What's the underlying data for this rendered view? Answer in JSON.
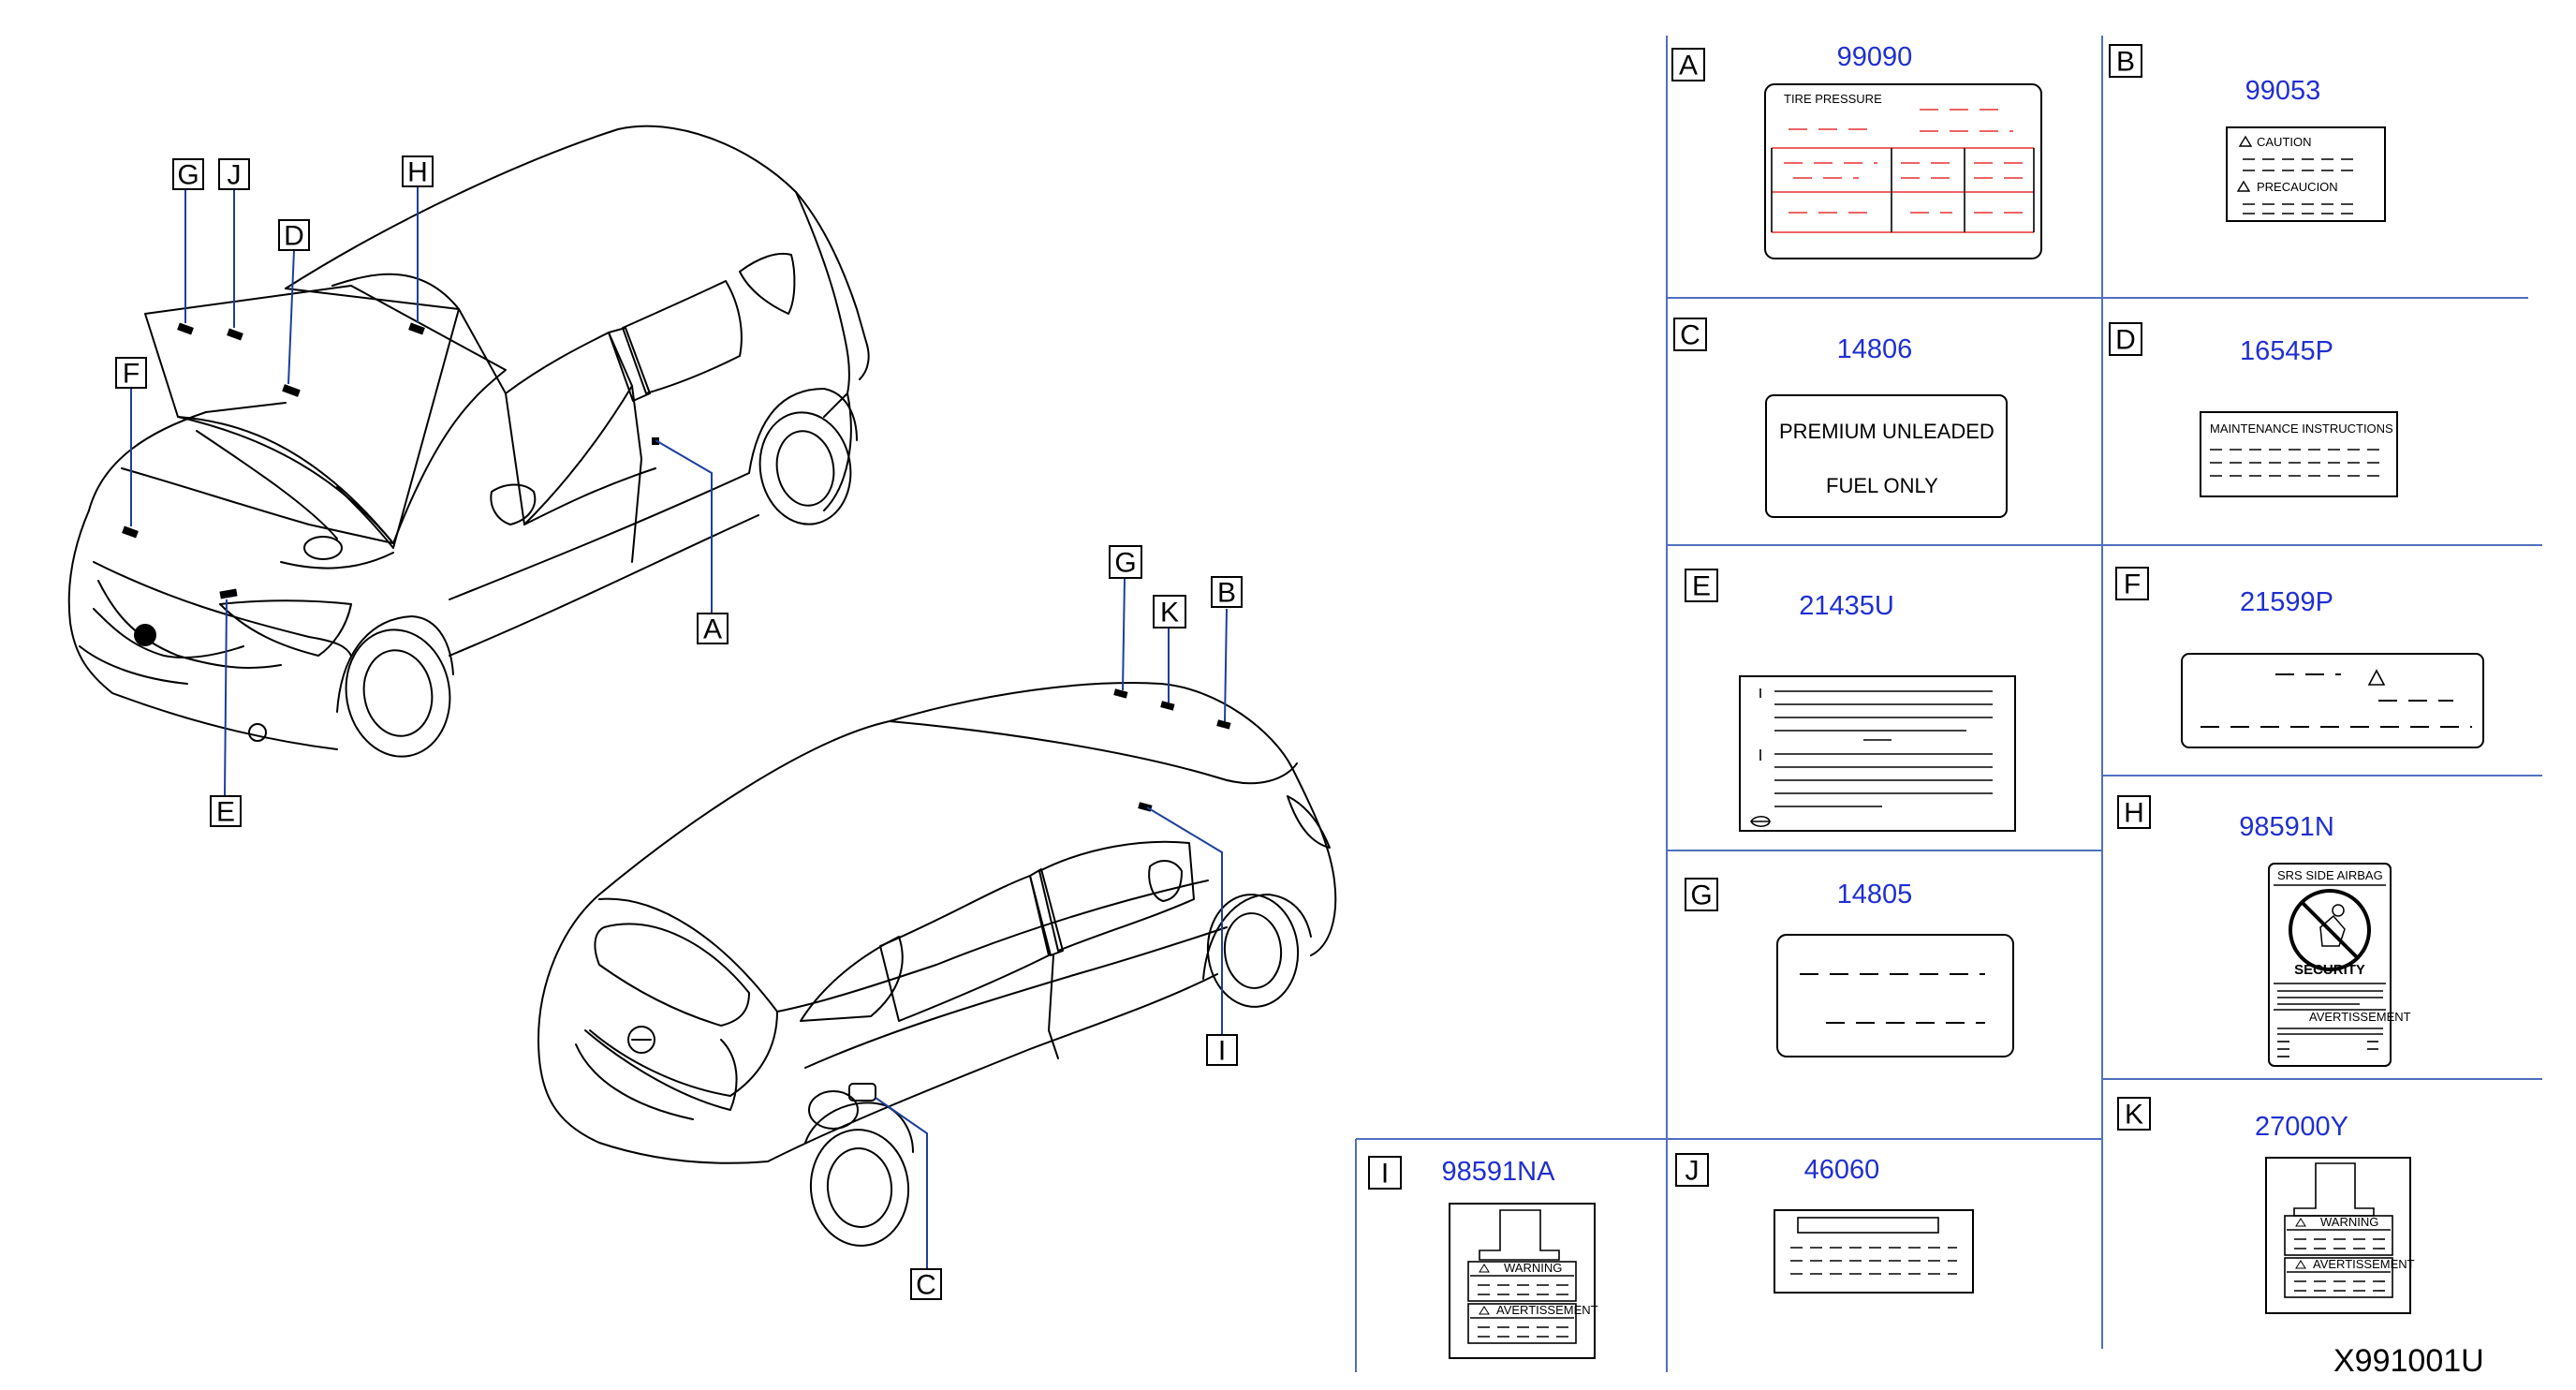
{
  "drawing_number": "X991001U",
  "callouts": [
    "A",
    "B",
    "C",
    "D",
    "E",
    "F",
    "G",
    "H",
    "I",
    "J",
    "K"
  ],
  "parts": [
    {
      "letter": "A",
      "part_no": "99090",
      "label_text": [
        "TIRE   PRESSURE"
      ]
    },
    {
      "letter": "B",
      "part_no": "99053",
      "label_text": [
        "CAUTION",
        "PRECAUCION"
      ]
    },
    {
      "letter": "C",
      "part_no": "14806",
      "label_text": [
        "PREMIUM   UNLEADED",
        "FUEL   ONLY"
      ]
    },
    {
      "letter": "D",
      "part_no": "16545P",
      "label_text": [
        "MAINTENANCE   INSTRUCTIONS"
      ]
    },
    {
      "letter": "E",
      "part_no": "21435U",
      "label_text": []
    },
    {
      "letter": "F",
      "part_no": "21599P",
      "label_text": []
    },
    {
      "letter": "G",
      "part_no": "14805",
      "label_text": []
    },
    {
      "letter": "H",
      "part_no": "98591N",
      "label_text": [
        "SRS    SIDE   AIRBAG",
        "SECURITY",
        "AVERTISSEMENT"
      ]
    },
    {
      "letter": "I",
      "part_no": "98591NA",
      "label_text": [
        "WARNING",
        "AVERTISSEMENT"
      ]
    },
    {
      "letter": "J",
      "part_no": "46060",
      "label_text": []
    },
    {
      "letter": "K",
      "part_no": "27000Y",
      "label_text": [
        "WARNING",
        "AVERTISSEMENT"
      ]
    }
  ],
  "colors": {
    "part_number": "#1f2fd1",
    "grid_lines": "#4f6fbf",
    "leader_lines": "#1c3f9c",
    "tire_label_dashes": "#e53030"
  },
  "icons": [
    "warning-triangle-icon",
    "no-child-seat-icon",
    "brand-emblem-icon"
  ]
}
